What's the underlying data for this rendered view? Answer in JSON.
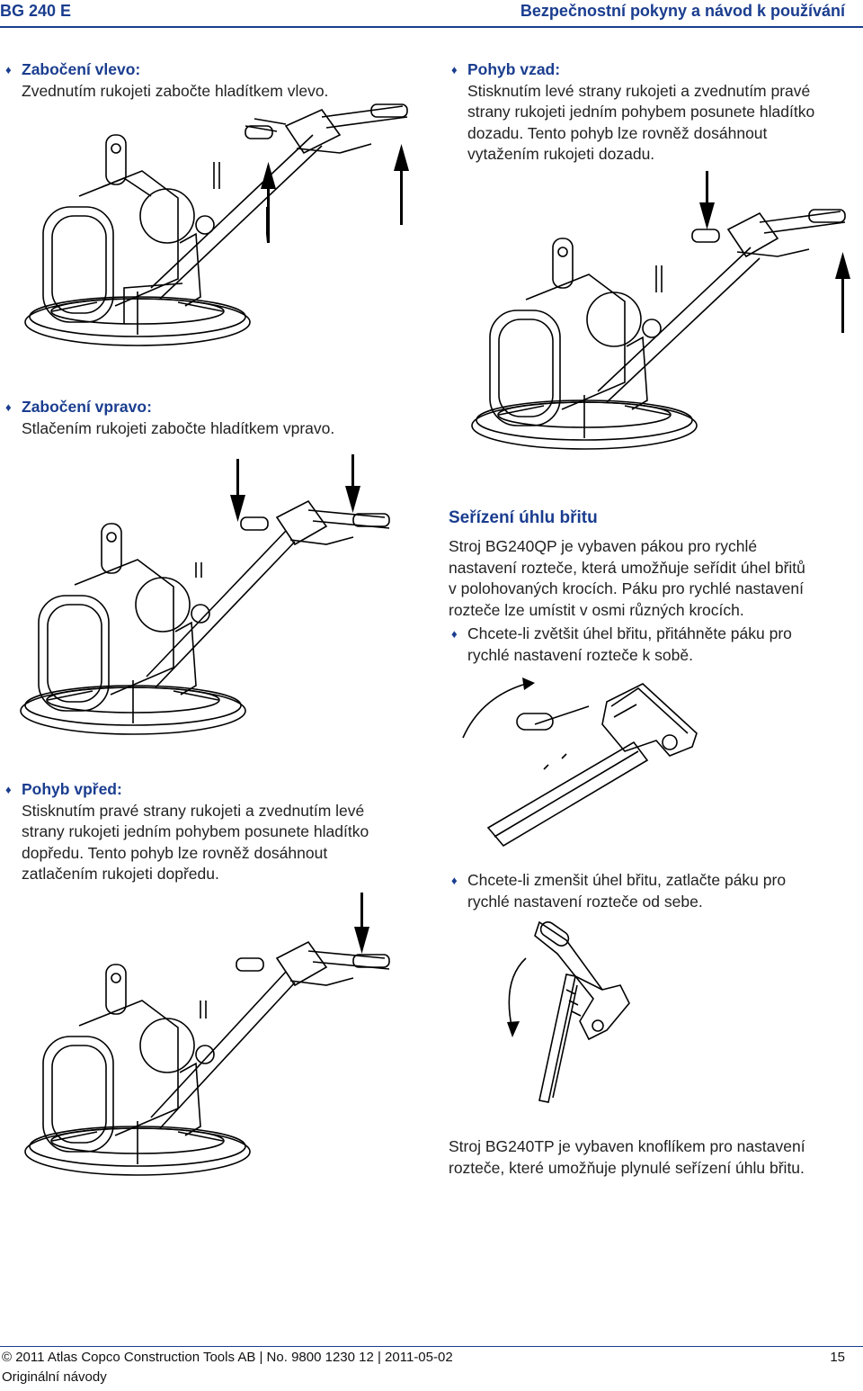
{
  "header": {
    "model": "BG 240 E",
    "doc_title": "Bezpečnostní pokyny a návod k používání"
  },
  "sections": {
    "turn_left": {
      "title": "Zabočení vlevo:",
      "text": "Zvednutím rukojeti zabočte hladítkem vlevo."
    },
    "reverse": {
      "title": "Pohyb vzad:",
      "lines": [
        "Stisknutím levé strany rukojeti a zvednutím pravé",
        "strany rukojeti jedním pohybem posunete hladítko",
        "dozadu. Tento pohyb lze rovněž dosáhnout",
        "vytažením rukojeti dozadu."
      ]
    },
    "turn_right": {
      "title": "Zabočení vpravo:",
      "text": "Stlačením rukojeti zabočte hladítkem vpravo."
    },
    "blade_angle": {
      "heading": "Seřízení úhlu břitu",
      "lines": [
        "Stroj BG240QP je vybaven pákou pro rychlé",
        "nastavení rozteče, která umožňuje seřídit úhel břitů",
        "v polohovaných krocích. Páku pro rychlé nastavení",
        "rozteče lze umístit v osmi různých krocích."
      ],
      "increase": [
        "Chcete-li zvětšit úhel břitu, přitáhněte páku pro",
        "rychlé nastavení rozteče k sobě."
      ],
      "decrease": [
        "Chcete-li zmenšit úhel břitu, zatlačte páku pro",
        "rychlé nastavení rozteče od sebe."
      ],
      "tp": [
        "Stroj BG240TP je vybaven knoflíkem pro nastavení",
        "rozteče, které umožňuje plynulé seřízení úhlu břitu."
      ]
    },
    "forward": {
      "title": "Pohyb vpřed:",
      "lines": [
        "Stisknutím pravé strany rukojeti a zvednutím levé",
        "strany rukojeti jedním pohybem posunete hladítko",
        "dopředu. Tento pohyb lze rovněž dosáhnout",
        "zatlačením rukojeti dopředu."
      ]
    }
  },
  "footer": {
    "copyright": "© 2011 Atlas Copco Construction Tools AB | No. 9800 1230 12 | 2011-05-02",
    "note": "Originální návody",
    "page": "15"
  },
  "bullet_glyph": "♦"
}
